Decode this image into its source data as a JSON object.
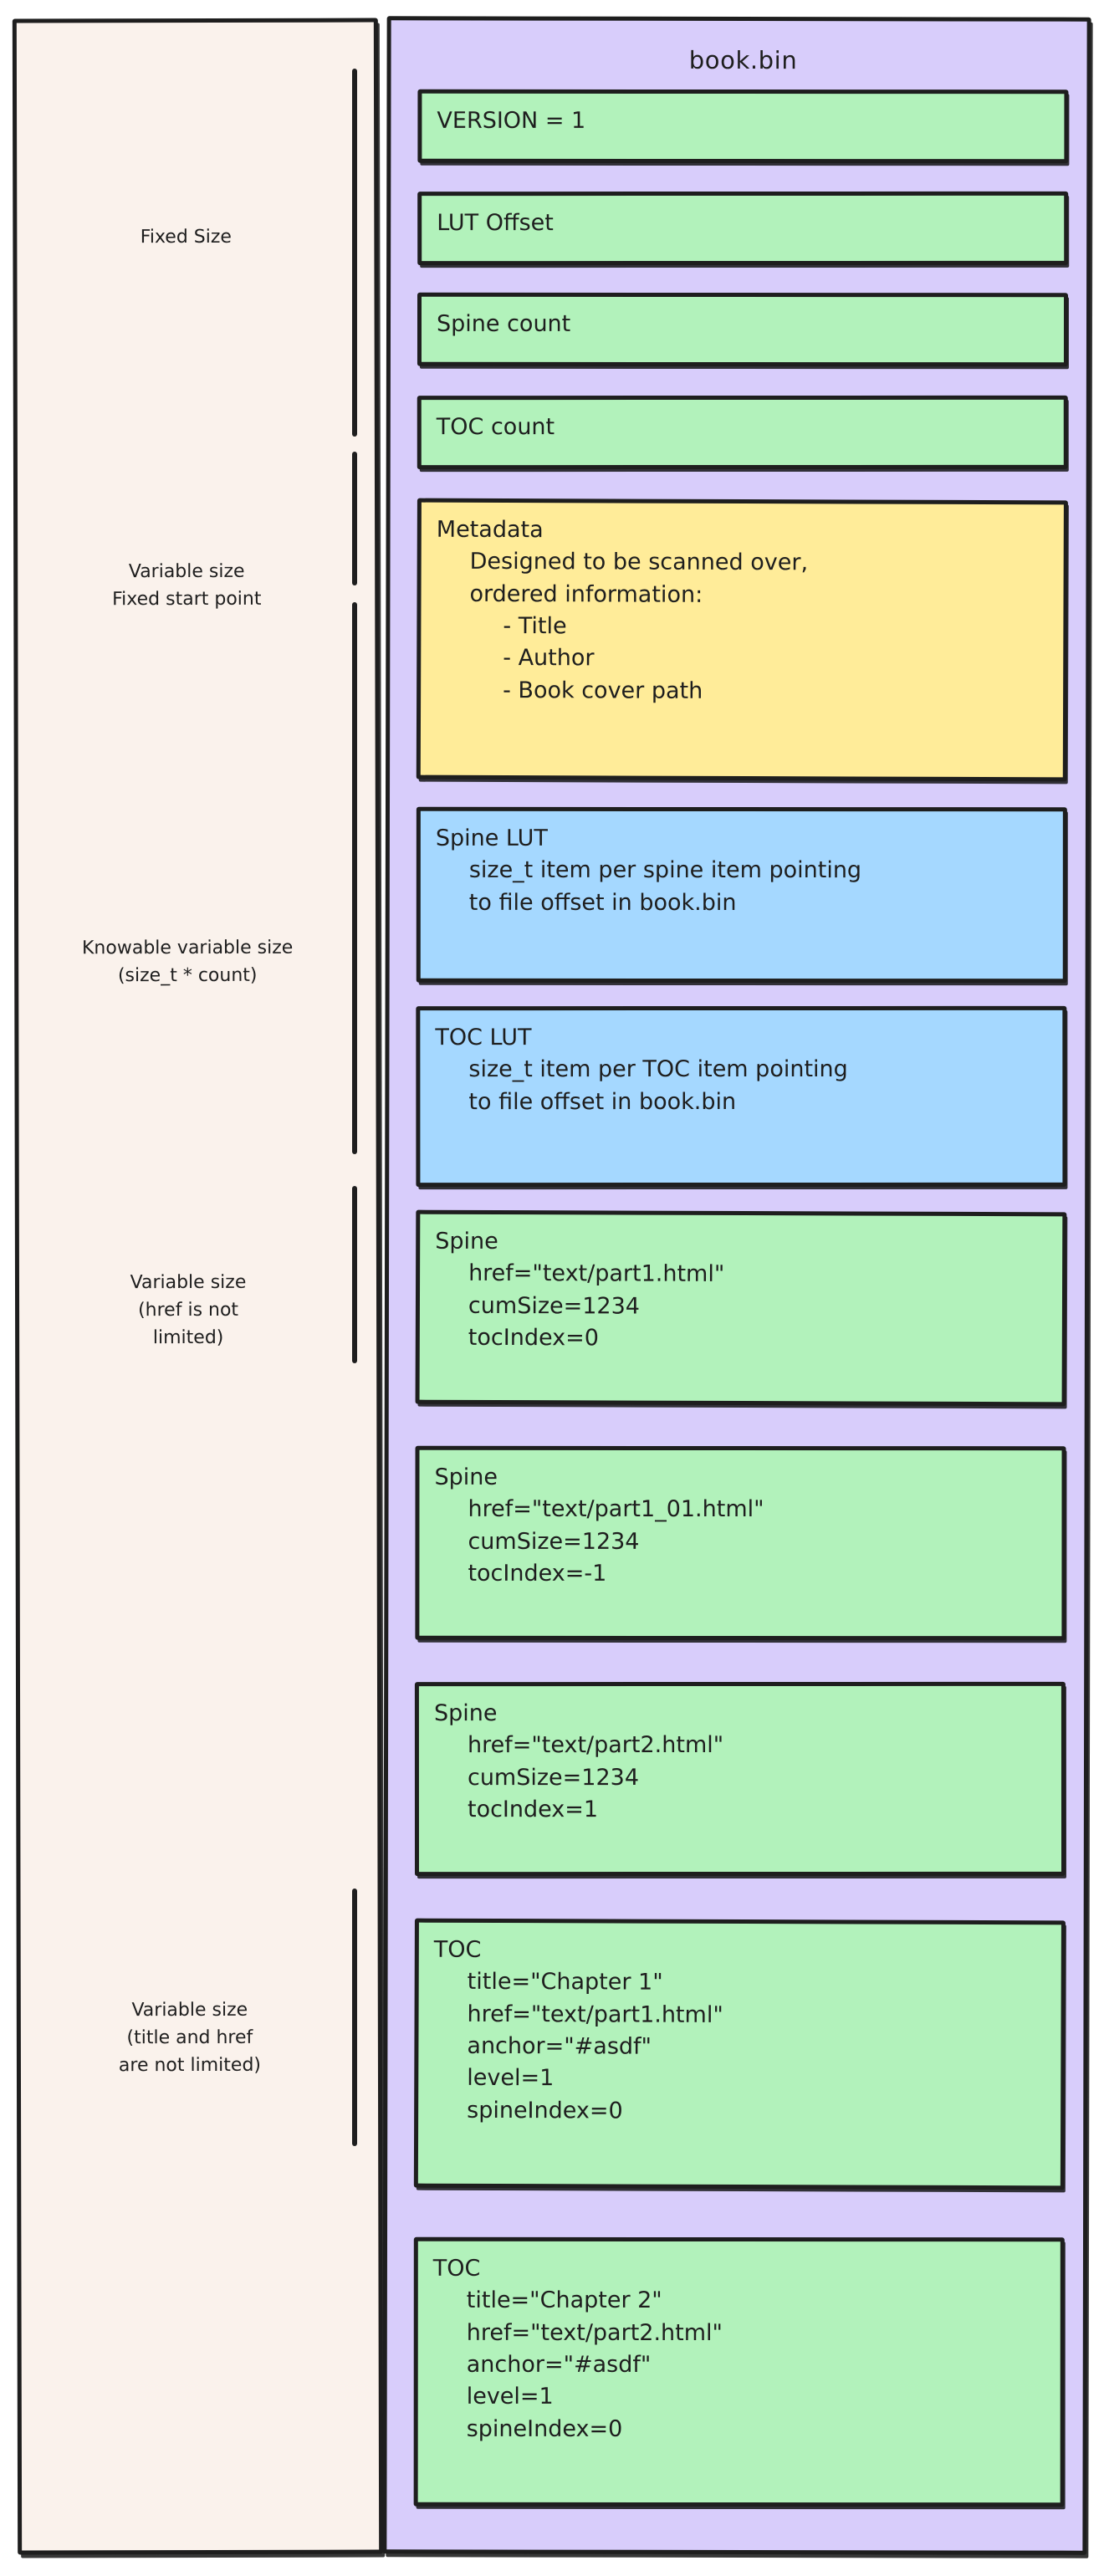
{
  "diagram": {
    "title": "book.bin",
    "colors": {
      "left_panel_bg": "#faf2ec",
      "right_panel_bg": "#d8cdfb",
      "green": "#b2f2bb",
      "yellow": "#ffec99",
      "blue": "#a5d8ff",
      "stroke": "#1e1e1e"
    }
  },
  "side_labels": [
    {
      "text": "Fixed Size"
    },
    {
      "text": "Variable size\nFixed start point"
    },
    {
      "text": "Knowable variable size\n(size_t * count)"
    },
    {
      "text": "Variable size\n(href is not\nlimited)"
    },
    {
      "text": "Variable size\n(title and href\nare not limited)"
    }
  ],
  "nodes": [
    {
      "color": "green",
      "header": "VERSION = 1",
      "lines": []
    },
    {
      "color": "green",
      "header": "LUT Offset",
      "lines": []
    },
    {
      "color": "green",
      "header": "Spine count",
      "lines": []
    },
    {
      "color": "green",
      "header": "TOC count",
      "lines": []
    },
    {
      "color": "yellow",
      "header": "Metadata",
      "lines": [
        {
          "indent": 1,
          "text": "Designed to be scanned over,"
        },
        {
          "indent": 1,
          "text": "ordered information:"
        },
        {
          "indent": 2,
          "text": "- Title"
        },
        {
          "indent": 2,
          "text": "- Author"
        },
        {
          "indent": 2,
          "text": "- Book cover path"
        }
      ]
    },
    {
      "color": "blue",
      "header": "Spine LUT",
      "lines": [
        {
          "indent": 1,
          "text": "size_t item per spine item pointing"
        },
        {
          "indent": 1,
          "text": "to file offset in book.bin"
        }
      ]
    },
    {
      "color": "blue",
      "header": "TOC LUT",
      "lines": [
        {
          "indent": 1,
          "text": "size_t item per TOC item pointing"
        },
        {
          "indent": 1,
          "text": "to file offset in book.bin"
        }
      ]
    },
    {
      "color": "green",
      "header": "Spine",
      "lines": [
        {
          "indent": 1,
          "text": "href=\"text/part1.html\""
        },
        {
          "indent": 1,
          "text": "cumSize=1234"
        },
        {
          "indent": 1,
          "text": "tocIndex=0"
        }
      ]
    },
    {
      "color": "green",
      "header": "Spine",
      "lines": [
        {
          "indent": 1,
          "text": "href=\"text/part1_01.html\""
        },
        {
          "indent": 1,
          "text": "cumSize=1234"
        },
        {
          "indent": 1,
          "text": "tocIndex=-1"
        }
      ]
    },
    {
      "color": "green",
      "header": "Spine",
      "lines": [
        {
          "indent": 1,
          "text": "href=\"text/part2.html\""
        },
        {
          "indent": 1,
          "text": "cumSize=1234"
        },
        {
          "indent": 1,
          "text": "tocIndex=1"
        }
      ]
    },
    {
      "color": "green",
      "header": "TOC",
      "lines": [
        {
          "indent": 1,
          "text": "title=\"Chapter 1\""
        },
        {
          "indent": 1,
          "text": "href=\"text/part1.html\""
        },
        {
          "indent": 1,
          "text": "anchor=\"#asdf\""
        },
        {
          "indent": 1,
          "text": "level=1"
        },
        {
          "indent": 1,
          "text": "spineIndex=0"
        }
      ]
    },
    {
      "color": "green",
      "header": "TOC",
      "lines": [
        {
          "indent": 1,
          "text": "title=\"Chapter 2\""
        },
        {
          "indent": 1,
          "text": "href=\"text/part2.html\""
        },
        {
          "indent": 1,
          "text": "anchor=\"#asdf\""
        },
        {
          "indent": 1,
          "text": "level=1"
        },
        {
          "indent": 1,
          "text": "spineIndex=0"
        }
      ]
    }
  ]
}
